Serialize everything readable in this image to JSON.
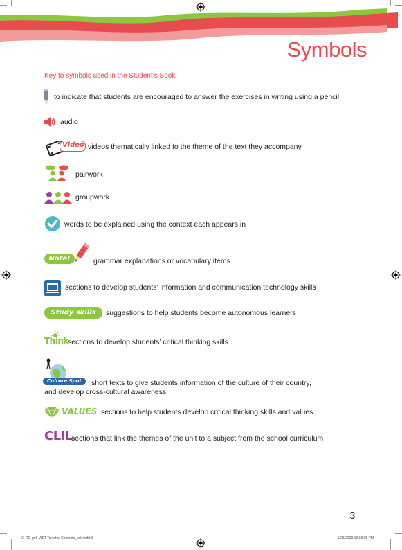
{
  "header": {
    "title": "Symbols"
  },
  "key_heading": "Key to symbols used in the Student’s Book",
  "symbols": [
    {
      "icon": "pencil-icon",
      "text": "to indicate that students are encouraged to answer the exercises in writing using a pencil"
    },
    {
      "icon": "audio-icon",
      "text": "audio"
    },
    {
      "icon": "video-icon",
      "label": "Video",
      "text": "videos thematically linked to the theme of the text they accompany"
    },
    {
      "icon": "pairwork-icon",
      "text": "pairwork"
    },
    {
      "icon": "groupwork-icon",
      "text": "groupwork"
    },
    {
      "icon": "check-icon",
      "text": "words to be explained using the context each appears in"
    },
    {
      "icon": "note-icon",
      "label": "Note!",
      "text": "grammar explanations or vocabulary items"
    },
    {
      "icon": "ict-icon",
      "text": "sections to develop students’ information and communication technology skills"
    },
    {
      "icon": "study-skills-icon",
      "label": "Study skills",
      "text": "suggestions to help students become autonomous learners"
    },
    {
      "icon": "think-icon",
      "label": "Think",
      "text": "sections to develop students’ critical thinking skills"
    },
    {
      "icon": "culture-spot-icon",
      "label": "Culture Spot",
      "text": "short texts to give students information of the culture of their country,",
      "text2": "and develop cross-cultural awareness"
    },
    {
      "icon": "values-icon",
      "label": "VALUES",
      "text": "sections to help students develop critical thinking skills and values"
    },
    {
      "icon": "clil-icon",
      "label": "CLIL",
      "text": "sections that link the themes of the unit to a subject from the school curriculum"
    }
  ],
  "page_number": "3",
  "slug": {
    "left": "01 RO gr 8 VIET Ts notes Contents_edit.indd   3",
    "right": "5/25/2023   12:03:05 PM"
  },
  "colors": {
    "accent": "#e84c4f",
    "green": "#8dc63f",
    "purple": "#9e3f97",
    "blue": "#2b6aa8",
    "teal": "#4fb7c8"
  }
}
